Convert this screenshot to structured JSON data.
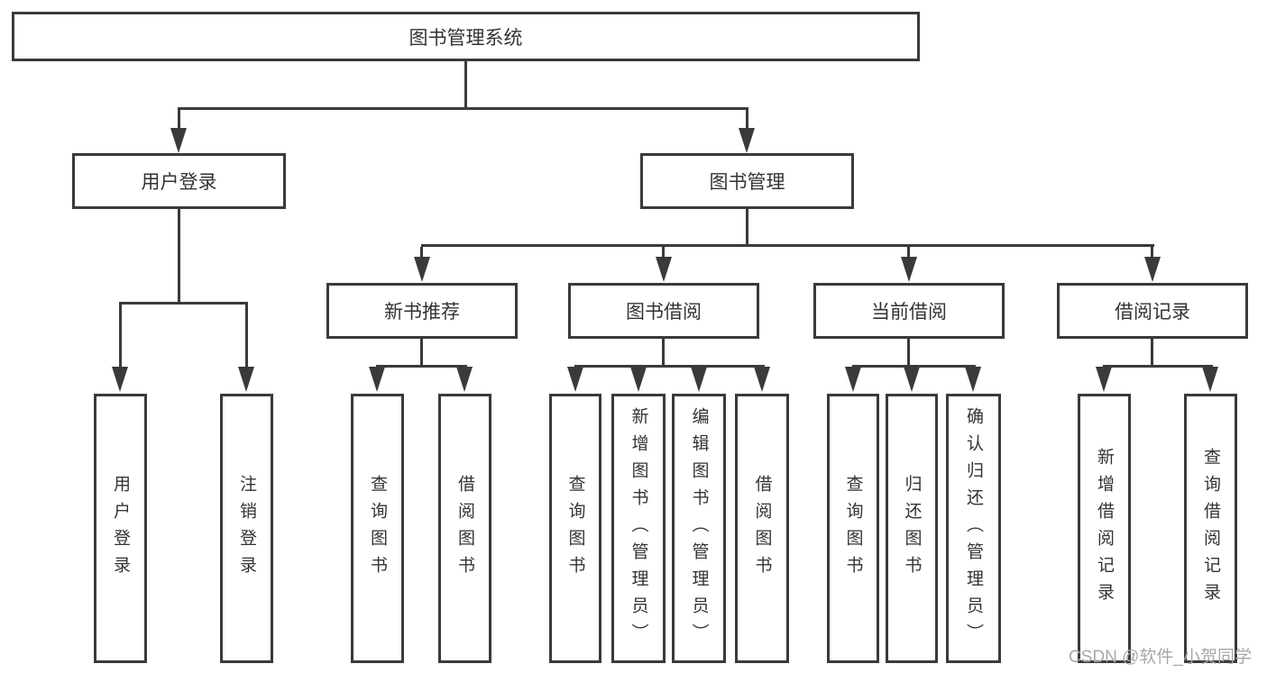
{
  "colors": {
    "line": "#3a3a3a",
    "text": "#333333",
    "watermark": "#a8a8a8",
    "background": "#ffffff"
  },
  "watermark": {
    "text": "CSDN @软件_小贺同学"
  },
  "tree": {
    "root": "图书管理系统",
    "level2": [
      "用户登录",
      "图书管理"
    ],
    "level3": [
      "新书推荐",
      "图书借阅",
      "当前借阅",
      "借阅记录"
    ],
    "leaves": {
      "user_login": [
        "用户登录",
        "注销登录"
      ],
      "new_book_recommend": [
        "查询图书",
        "借阅图书"
      ],
      "book_borrow": [
        "查询图书",
        "新增图书（管理员）",
        "编辑图书（管理员）",
        "借阅图书"
      ],
      "current_borrow": [
        "查询图书",
        "归还图书",
        "确认归还（管理员）"
      ],
      "borrow_record": [
        "新增借阅记录",
        "查询借阅记录"
      ]
    }
  }
}
